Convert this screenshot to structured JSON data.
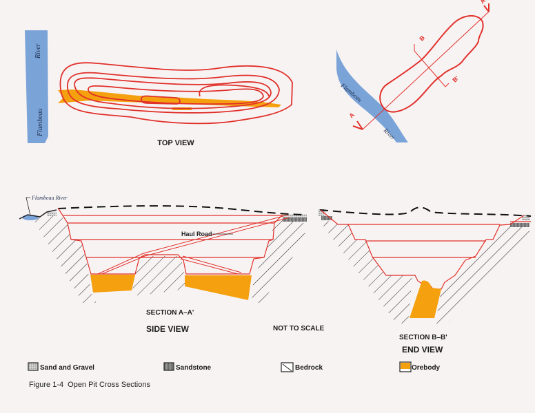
{
  "colors": {
    "pit_line": "#e0302a",
    "orebody": "#f5a00f",
    "river": "#7aa3d8",
    "ground": "#1a1a1a"
  },
  "top_view": {
    "title": "TOP VIEW",
    "river_label_top": "River",
    "river_label_bottom": "Flambeau"
  },
  "plan_view": {
    "river_label_1": "Flambeau",
    "river_label_2": "River",
    "marker_a": "A",
    "marker_a_prime": "A'",
    "marker_b": "B",
    "marker_b_prime": "B'"
  },
  "section_aa": {
    "river_label": "Flambeau River",
    "haul_road_label": "Haul Road",
    "title": "SECTION A–A'",
    "subtitle": "SIDE VIEW",
    "scale_note": "NOT TO SCALE"
  },
  "section_bb": {
    "title": "SECTION B–B'",
    "subtitle": "END VIEW"
  },
  "legend": [
    {
      "label": "Sand and Gravel",
      "icon": "sand-gravel-swatch"
    },
    {
      "label": "Sandstone",
      "icon": "sandstone-swatch"
    },
    {
      "label": "Bedrock",
      "icon": "bedrock-swatch"
    },
    {
      "label": "Orebody",
      "icon": "orebody-swatch"
    }
  ],
  "caption": {
    "number": "Figure 1-4",
    "text": "Open Pit Cross Sections"
  }
}
